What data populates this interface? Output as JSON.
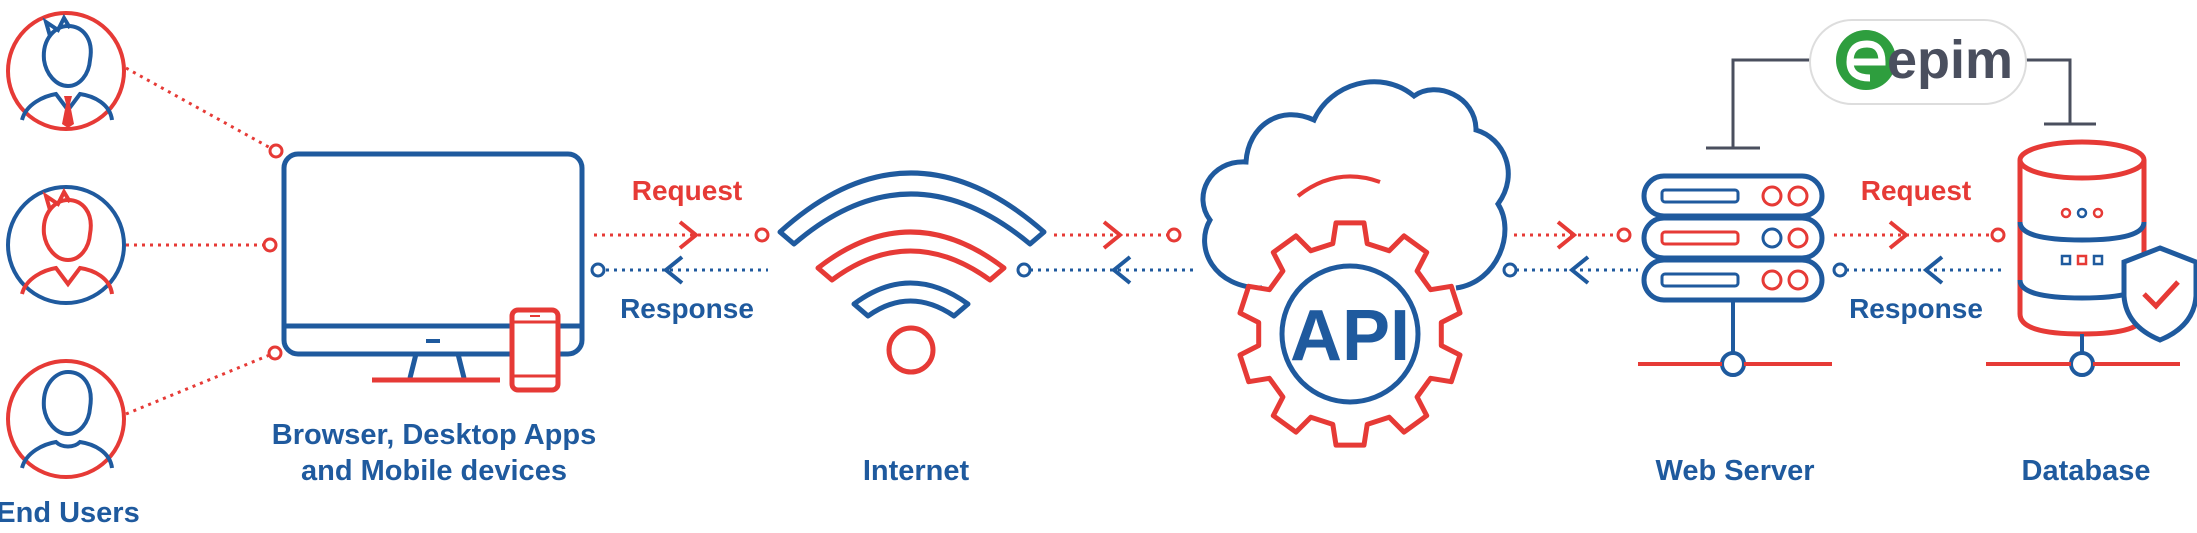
{
  "colors": {
    "blue": "#1F5A9E",
    "red": "#E63A36",
    "green": "#2E9E3E",
    "gray": "#4A4F5E"
  },
  "labels": {
    "end_users": "End Users",
    "devices_line1": "Browser, Desktop Apps",
    "devices_line2": "and Mobile devices",
    "internet": "Internet",
    "web_server": "Web Server",
    "database": "Database"
  },
  "flow": {
    "request_left": "Request",
    "response_left": "Response",
    "request_right": "Request",
    "response_right": "Response"
  },
  "api": {
    "text": "API"
  },
  "logo": {
    "text": "epim"
  }
}
